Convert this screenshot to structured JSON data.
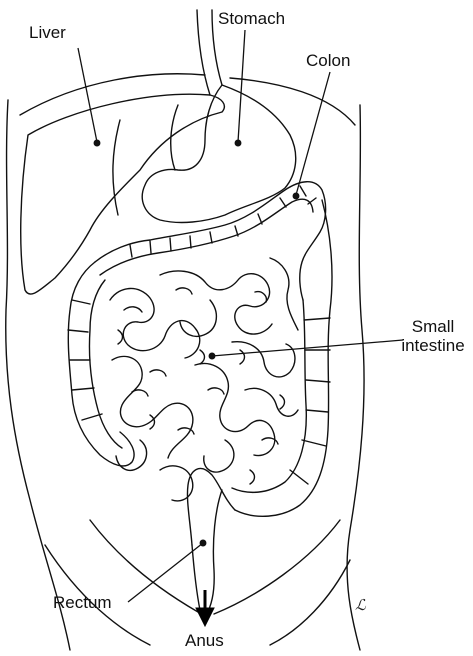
{
  "figure": {
    "labels": {
      "liver": "Liver",
      "stomach": "Stomach",
      "colon": "Colon",
      "small_intestine_line1": "Small",
      "small_intestine_line2": "intestine",
      "rectum": "Rectum",
      "anus": "Anus"
    },
    "signature": "ℒ"
  }
}
